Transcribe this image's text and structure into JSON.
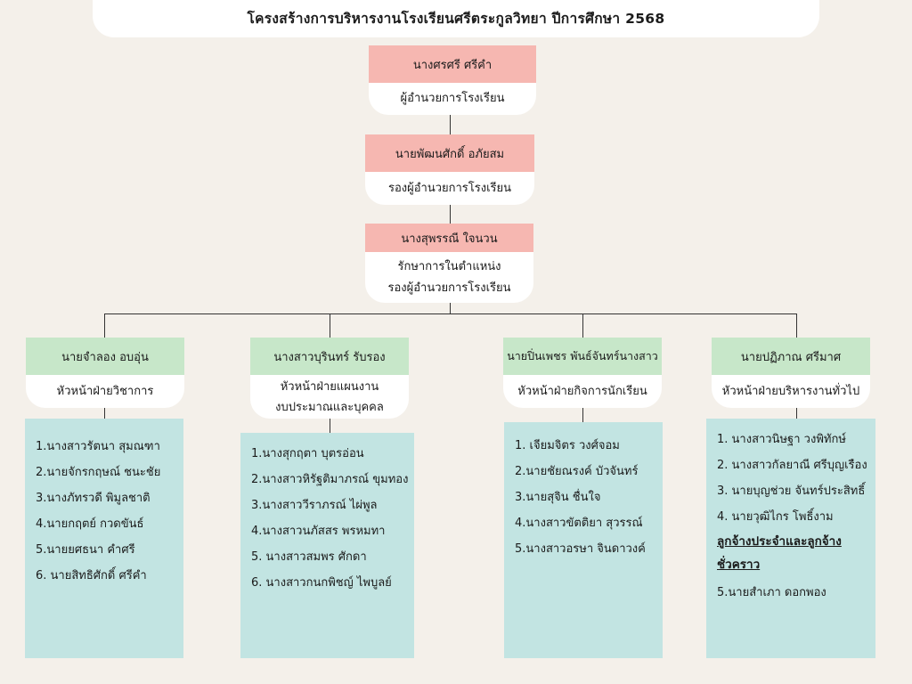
{
  "title": "โครงสร้างการบริหารงานโรงเรียนศรีตระกูลวิทยา  ปีการศึกษา 2568",
  "executives": [
    {
      "name": "นางศรศรี ศรีคำ",
      "role_lines": [
        "ผู้อำนวยการโรงเรียน"
      ]
    },
    {
      "name": "นายพัฒนศักดิ์ อภัยสม",
      "role_lines": [
        "รองผู้อำนวยการโรงเรียน"
      ]
    },
    {
      "name": "นางสุพรรณี ใจนวน",
      "role_lines": [
        "รักษาการในตำแหน่ง",
        "รองผู้อำนวยการโรงเรียน"
      ]
    }
  ],
  "departments": [
    {
      "head": "นายจำลอง อบอุ่น",
      "role_lines": [
        "หัวหน้าฝ่ายวิชาการ"
      ],
      "members": [
        "1.นางสาวรัตนา สุมณฑา",
        "2.นายจักรกฤษณ์ ชนะชัย",
        "3.นางภัทรวดี พิมูลชาติ",
        "4.นายกฤตย์ กวดขันธ์",
        "5.นายยศธนา คำศรี",
        "6. นายสิทธิศักดิ์ ศรีคำ"
      ]
    },
    {
      "head": "นางสาวบุรินทร์ รับรอง",
      "role_lines": [
        "หัวหน้าฝ่ายแผนงาน",
        "งบประมาณและบุคคล"
      ],
      "members": [
        "1.นางสุกฤตา บุตรอ่อน",
        "2.นางสาวหิรัฐติมาภรณ์ ขุมทอง",
        "3.นางสาววีราภรณ์ ไผ่พูล",
        "4.นางสาวนภัสสร พรหมทา",
        "5. นางสาวสมพร ศักดา",
        "6. นางสาวกนกพิชญ์ ไพบูลย์"
      ]
    },
    {
      "head": "นายปิ่นเพชร พันธ์จันทร์นางสาว",
      "role_lines": [
        "หัวหน้าฝ่ายกิจการนักเรียน"
      ],
      "members": [
        "1. เจียมจิตร วงศ์จอม",
        "2.นายชัยณรงค์ บัวจันทร์",
        "3.นายสุจิน ชื่นใจ",
        "4.นางสาวขัตติยา สุวรรณ์",
        "5.นางสาวอรษา จินดาวงค์"
      ]
    },
    {
      "head": "นายปฏิภาณ ศรีมาศ",
      "role_lines": [
        "หัวหน้าฝ่ายบริหารงานทั่วไป"
      ],
      "members": [
        "1. นางสาวนิษฐา วงพิทักษ์",
        "2. นางสาวกัลยาณี ศรีบุญเรือง",
        "3. นายบุญช่วย จันทร์ประสิทธิ์",
        "4. นายวุฒิไกร โพธิ์งาม"
      ],
      "contract_heading": "ลูกจ้างประจำและลูกจ้างชั่วคราว",
      "contract_members": [
        "5.นายสำเภา ดอกพอง"
      ]
    }
  ],
  "colors": {
    "background": "#f4f0ea",
    "executive_name": "#f6b7b1",
    "department_head": "#c7e7c9",
    "member_panel": "#c2e4e2",
    "role_box": "#ffffff",
    "connector": "#333333"
  }
}
